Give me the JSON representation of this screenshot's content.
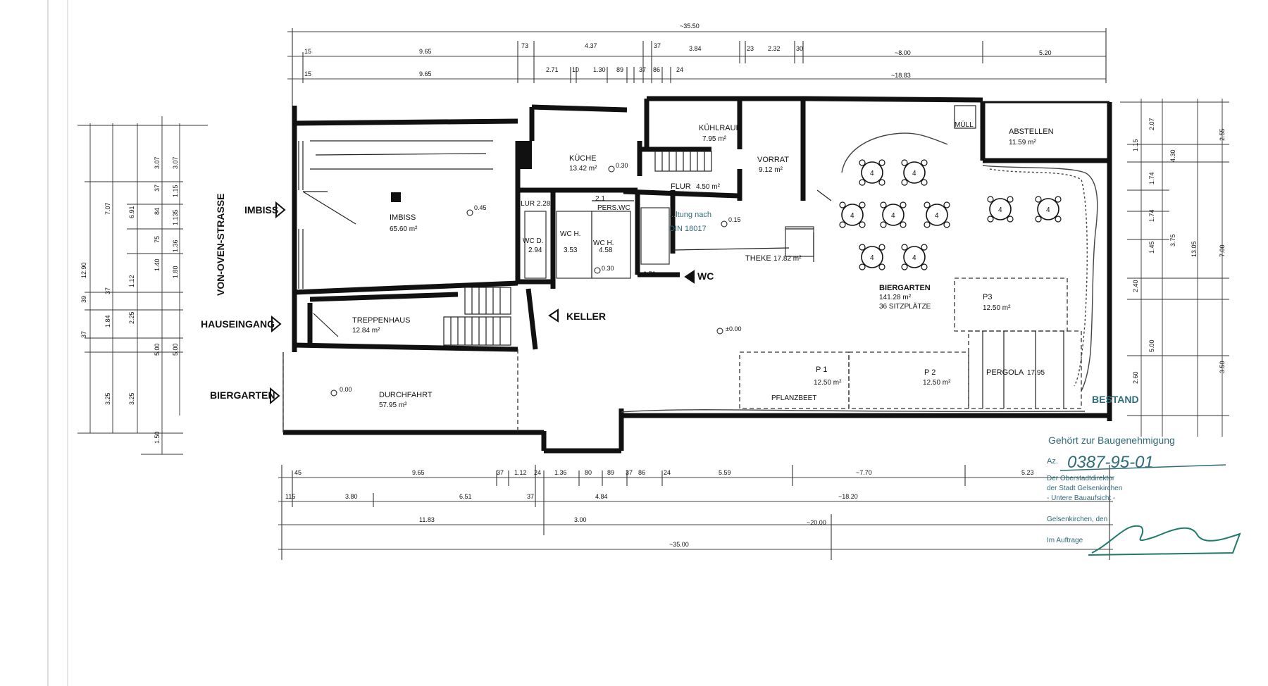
{
  "rooms": {
    "imbiss": {
      "name": "IMBISS",
      "area": "65.60 m²"
    },
    "kueche": {
      "name": "KÜCHE",
      "area": "13.42 m²"
    },
    "kuehlraum": {
      "name": "KÜHLRAUM",
      "area": "7.95 m²"
    },
    "vorrat": {
      "name": "VORRAT",
      "area": "9.12 m²"
    },
    "abstellen": {
      "name": "ABSTELLEN",
      "area": "11.59 m²"
    },
    "muell": {
      "name": "MÜLL"
    },
    "flur1": {
      "name": "FLUR 2.28",
      "area": ""
    },
    "flur2": {
      "name": "FLUR",
      "area": "4.50 m²"
    },
    "perswc": {
      "name": "PERS.WC",
      "area": "2.1"
    },
    "wcd": {
      "name": "WC D.",
      "area": "2.94"
    },
    "wch1": {
      "name": "WC H.",
      "area": "3.53"
    },
    "wch2": {
      "name": "WC H.",
      "area": "4.58"
    },
    "theke": {
      "name": "THEKE",
      "area": "17.82 m²"
    },
    "treppenhaus": {
      "name": "TREPPENHAUS",
      "area": "12.84 m²"
    },
    "durchfahrt": {
      "name": "DURCHFAHRT",
      "area": "57.95 m²"
    },
    "biergarten": {
      "name": "BIERGARTEN",
      "area": "141.28 m²",
      "seats": "36 SITZPLÄTZE"
    },
    "p1": {
      "name": "P 1",
      "area": "12.50 m²"
    },
    "p2": {
      "name": "P 2",
      "area": "12.50 m²"
    },
    "p3": {
      "name": "P3",
      "area": "12.50 m²"
    },
    "pergola": {
      "name": "PERGOLA",
      "area": "17.95"
    },
    "pflanzbeet": {
      "name": "PFLANZBEET"
    },
    "bestand": {
      "name": "BESTAND"
    }
  },
  "labels": {
    "imbiss_entry": "IMBISS",
    "hauseingang": "HAUSEINGANG",
    "biergarten_entry": "BIERGARTEN",
    "keller": "KELLER",
    "wc": "WC",
    "street": "VON-OVEN-STRASSE"
  },
  "levels": {
    "l030": "0.30",
    "l045": "0.45",
    "l015": "0.15",
    "l030b": "0.30",
    "l076": "0.76",
    "l000": "±0.00",
    "l000b": "0.00"
  },
  "table_seats": "4",
  "din_note": {
    "line1": "...ltung nach",
    "line2": "DIN 18017"
  },
  "dims_top": {
    "overall": "~35.50",
    "r1": [
      "15",
      "9.65",
      "73",
      "4.37",
      "37",
      "3.84",
      "23",
      "2.32",
      "30",
      "~8.00",
      "5.20"
    ],
    "r2": [
      "15",
      "9.65",
      "2.71",
      "10",
      "1.30",
      "89",
      "37",
      "86",
      "24",
      "~18.83"
    ]
  },
  "dims_bottom": {
    "r1": [
      "45",
      "9.65",
      "37",
      "1.12",
      "24",
      "1.36",
      "80",
      "89",
      "37",
      "86",
      "24",
      "5.59",
      "~7.70",
      "5.23"
    ],
    "r2": [
      "115",
      "3.80",
      "6.51",
      "37",
      "4.84",
      "~18.20"
    ],
    "r3": [
      "11.83",
      "3.00",
      "~20.00"
    ],
    "r4": [
      "~35.00"
    ]
  },
  "dims_left": [
    "12.90",
    "7.07",
    "6.91",
    "3.07",
    "3.07",
    "37",
    "1.15",
    "37",
    "1.84",
    "1.12",
    "2.25",
    "84",
    "1.135",
    "75",
    "1.36",
    "1.40",
    "1.80",
    "3.25",
    "3.25",
    "5.00",
    "5.00",
    "1.50",
    "39",
    "37"
  ],
  "dims_right": [
    "2.07",
    "4.30",
    "2.55",
    "1.15",
    "1.74",
    "1.74",
    "1.45",
    "3.75",
    "13.05",
    "7.00",
    "2.40",
    "5.00",
    "2.60",
    "3.50"
  ],
  "stamp": {
    "title": "Gehört zur Baugenehmigung",
    "az_prefix": "Az.",
    "az": "0387-95-01",
    "line1": "Der Oberstadtdirektor",
    "line2": "der Stadt Gelsenkirchen",
    "line3": "- Untere Bauaufsicht -",
    "line4": "Gelsenkirchen, den",
    "line5": "Im Auftrage"
  }
}
